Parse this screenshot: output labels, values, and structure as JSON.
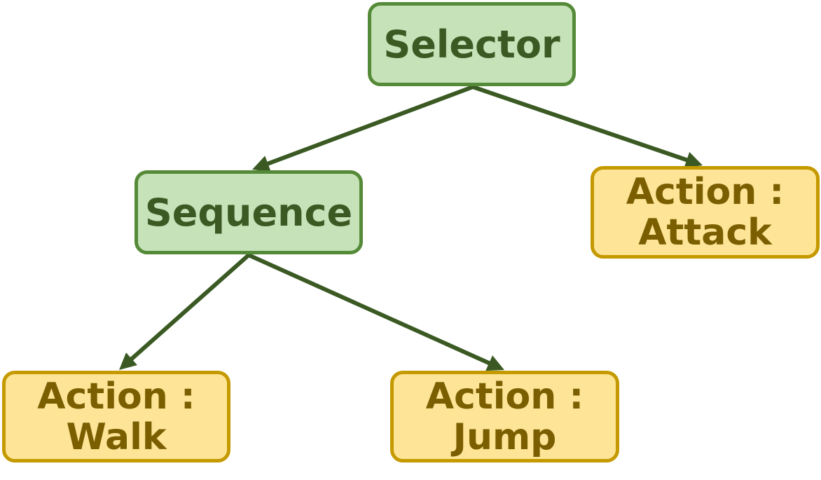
{
  "colors": {
    "edge": "#3b5a23",
    "composite_fill": "#c6e2b9",
    "composite_border": "#558a38",
    "composite_text": "#3b5a23",
    "action_fill": "#fde496",
    "action_border": "#c59900",
    "action_text": "#7a5e00"
  },
  "nodes": {
    "selector": {
      "label": "Selector"
    },
    "sequence": {
      "label": "Sequence"
    },
    "attack": {
      "line1": "Action :",
      "line2": "Attack"
    },
    "walk": {
      "line1": "Action :",
      "line2": "Walk"
    },
    "jump": {
      "line1": "Action :",
      "line2": "Jump"
    }
  },
  "edges": [
    {
      "from": "selector",
      "to": "sequence"
    },
    {
      "from": "selector",
      "to": "attack"
    },
    {
      "from": "sequence",
      "to": "walk"
    },
    {
      "from": "sequence",
      "to": "jump"
    }
  ]
}
